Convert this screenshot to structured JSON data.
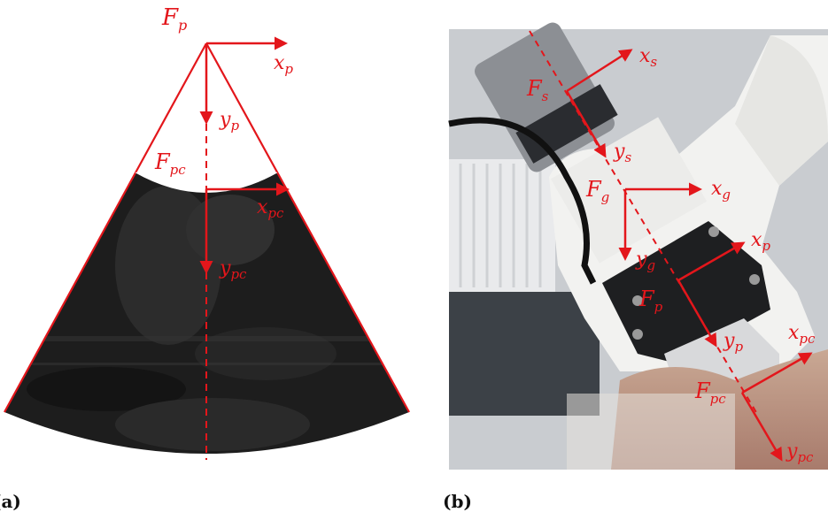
{
  "panel_labels": {
    "a": "(a)",
    "b": "(b)"
  },
  "colors": {
    "annotation": "#e3161b",
    "scan_bg": "#1c1c1c"
  },
  "panel_a": {
    "frame_probe": {
      "name": "F",
      "sub": "p"
    },
    "frame_probe_contact": {
      "name": "F",
      "sub": "pc"
    },
    "axes": {
      "xp": {
        "name": "x",
        "sub": "p"
      },
      "yp": {
        "name": "y",
        "sub": "p"
      },
      "xpc": {
        "name": "x",
        "sub": "pc"
      },
      "ypc": {
        "name": "y",
        "sub": "pc"
      }
    }
  },
  "panel_b": {
    "frames": {
      "Fs": {
        "name": "F",
        "sub": "s"
      },
      "Fg": {
        "name": "F",
        "sub": "g"
      },
      "Fp": {
        "name": "F",
        "sub": "p"
      },
      "Fpc": {
        "name": "F",
        "sub": "pc"
      }
    },
    "axes": {
      "xs": {
        "name": "x",
        "sub": "s"
      },
      "ys": {
        "name": "y",
        "sub": "s"
      },
      "xg": {
        "name": "x",
        "sub": "g"
      },
      "yg": {
        "name": "y",
        "sub": "g"
      },
      "xp": {
        "name": "x",
        "sub": "p"
      },
      "yp": {
        "name": "y",
        "sub": "p"
      },
      "xpc": {
        "name": "x",
        "sub": "pc"
      },
      "ypc": {
        "name": "y",
        "sub": "pc"
      }
    }
  }
}
